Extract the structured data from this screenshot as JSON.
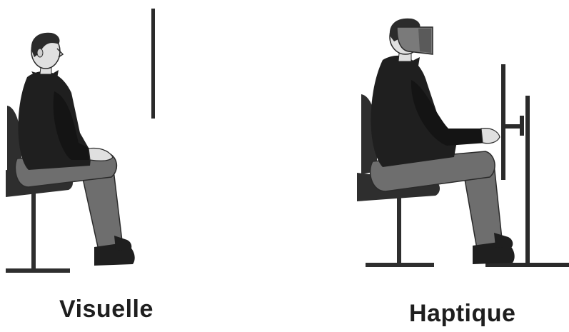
{
  "panels": [
    {
      "id": "visual",
      "caption": "Visuelle"
    },
    {
      "id": "haptic",
      "caption": "Haptique"
    }
  ],
  "colors": {
    "background": "#ffffff",
    "line": "#2a2a2a",
    "sweater": "#1f1f1f",
    "trousers": "#6e6e6e",
    "skin": "#e0e0e0",
    "hair": "#2b2b2b",
    "chair": "#2e2e2e",
    "blindfold": "#7a7a7a",
    "caption": "#1e1e1e"
  },
  "icons": [
    "seated-person-icon",
    "chair-icon",
    "blindfold-icon",
    "vertical-bar-icon",
    "haptic-device-icon"
  ]
}
